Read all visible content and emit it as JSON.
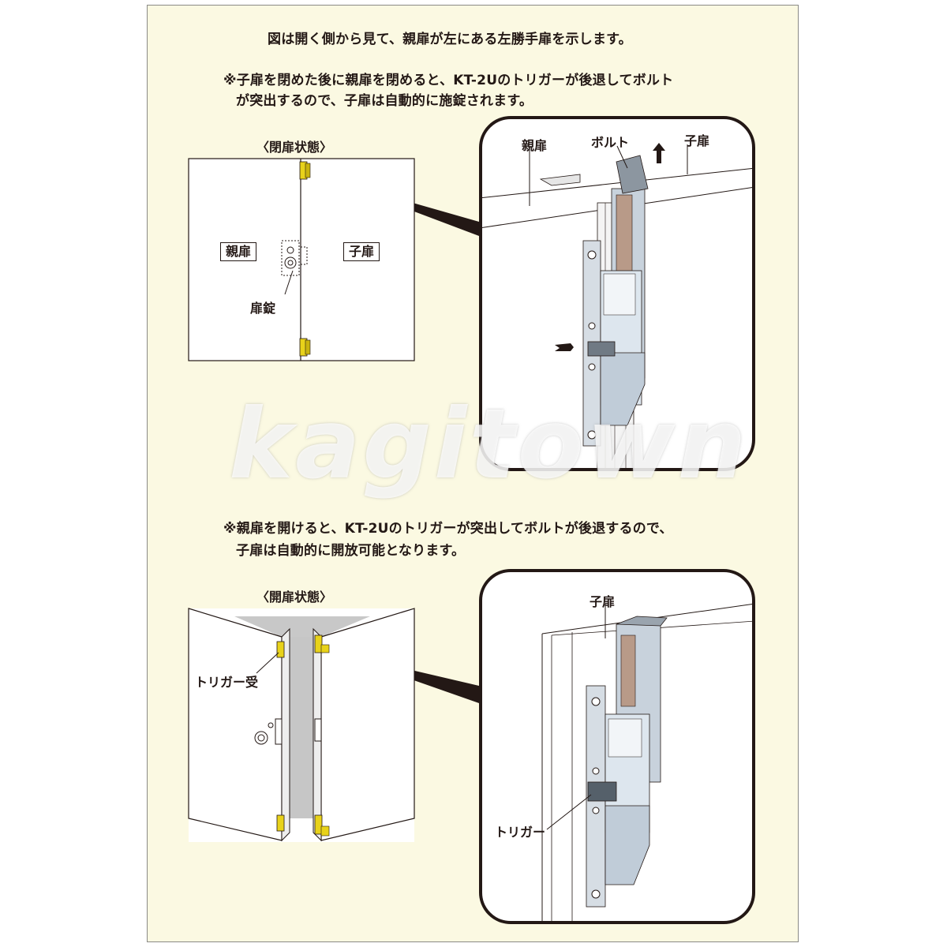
{
  "header": {
    "intro": "図は開く側から見て、親扉が左にある左勝手扉を示します。",
    "note1_line1": "※子扉を閉めた後に親扉を閉めると、KT-2Uのトリガーが後退してボルト",
    "note1_line2": "が突出するので、子扉は自動的に施錠されます。",
    "note2_line1": "※親扉を開けると、KT-2Uのトリガーが突出してボルトが後退するので、",
    "note2_line2": "子扉は自動的に開放可能となります。"
  },
  "closed_section": {
    "title": "〈閉扉状態〉",
    "parent_door": "親扉",
    "child_door": "子扉",
    "door_lock": "扉錠"
  },
  "closed_detail": {
    "parent_door": "親扉",
    "bolt": "ボルト",
    "child_door": "子扉"
  },
  "open_section": {
    "title": "〈開扉状態〉",
    "trigger_receiver": "トリガー受"
  },
  "open_detail": {
    "child_door": "子扉",
    "trigger": "トリガー"
  },
  "watermark": "kagitown",
  "colors": {
    "panel_bg": "#fbf9e2",
    "hinge_yellow": "#e8d21a",
    "metal_steel": "#c8d2dc",
    "text": "#231815"
  }
}
